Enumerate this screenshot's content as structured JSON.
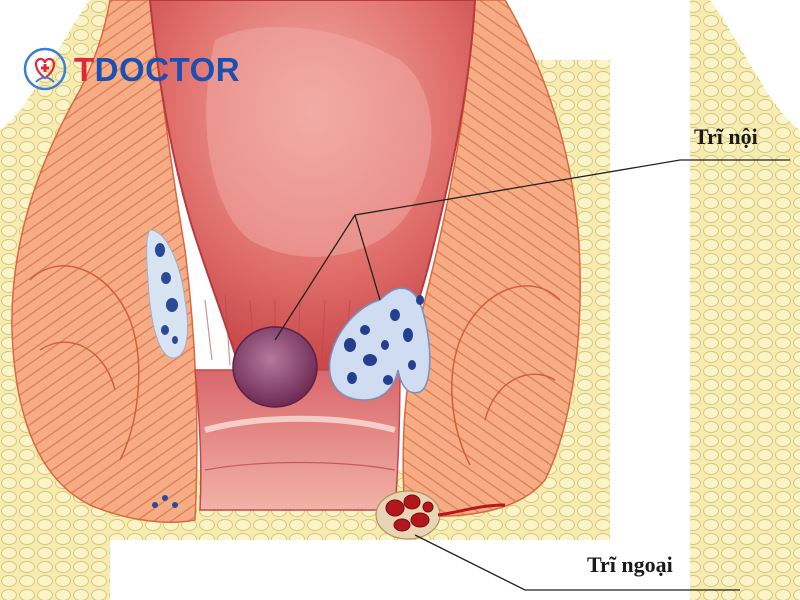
{
  "logo": {
    "brand_letter": "T",
    "brand_rest": "DOCTOR",
    "colors": {
      "letter": "#e3263b",
      "rest": "#1a4fb4"
    }
  },
  "labels": {
    "internal": "Trĩ nội",
    "external": "Trĩ ngoại"
  },
  "colors": {
    "muscle": "#f4a57e",
    "muscle_stripe": "#d9683f",
    "fat": "#f2e7a6",
    "mucosa": "#cf4c50",
    "lumen": "#e98b86",
    "internal_hemorrhoid": "#8a3c6b",
    "vein_pocket": "#cfdcf0",
    "vein": "#1f3f8e",
    "external_hemorrhoid": "#b3171c",
    "leader_line": "#222222"
  }
}
